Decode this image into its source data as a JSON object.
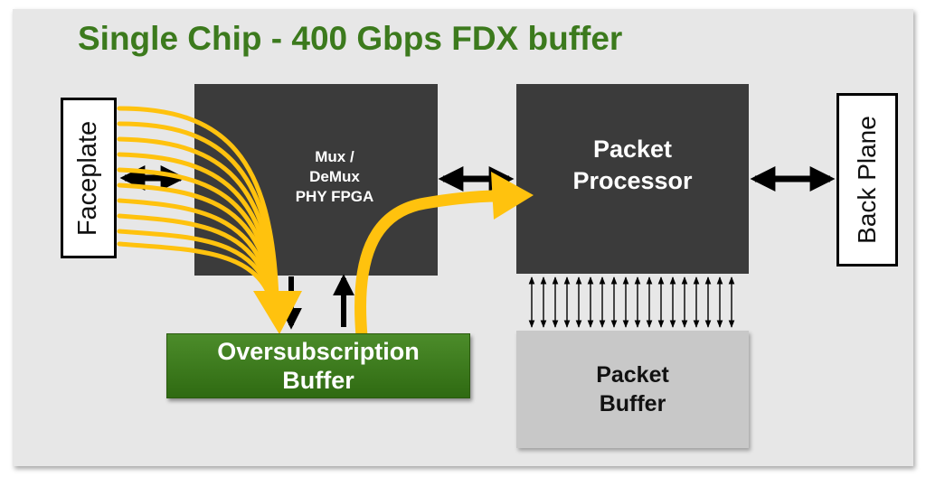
{
  "title": "Single Chip - 400 Gbps FDX buffer",
  "blocks": {
    "faceplate": "Faceplate",
    "mux_line1": "Mux /",
    "mux_line2": "DeMux",
    "mux_line3": "PHY FPGA",
    "processor_line1": "Packet",
    "processor_line2": "Processor",
    "back_plane": "Back Plane",
    "oversub_line1": "Oversubscription",
    "oversub_line2": "Buffer",
    "packet_buffer_line1": "Packet",
    "packet_buffer_line2": "Buffer"
  },
  "colors": {
    "title": "#3c7a1d",
    "chip_block": "#3b3b3b",
    "oversub_buffer": "#3f7d20",
    "packet_buffer": "#c8c8c8",
    "flow_arrow": "#ffc20e"
  }
}
